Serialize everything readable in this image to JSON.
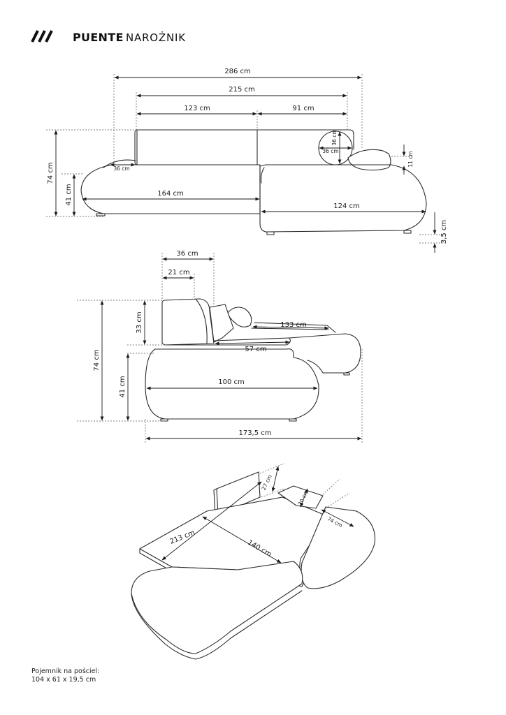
{
  "header": {
    "brand": "PUENTE",
    "subtitle": "NAROŻNIK",
    "logo_icon": "triple-slash-logo"
  },
  "front_view": {
    "dims": {
      "total_width": "286 cm",
      "back_width": "215 cm",
      "back_left": "123 cm",
      "back_right": "91 cm",
      "total_height": "74 cm",
      "seat_height": "41 cm",
      "armrest": "36 cm",
      "seat_length": "164 cm",
      "chaise_length": "124 cm",
      "pillow_h": "36 cm",
      "pillow_w": "36 cm",
      "headrest": "11 cm",
      "legs": "3,5 cm"
    }
  },
  "side_view": {
    "dims": {
      "back_depth": "36 cm",
      "back_top": "21 cm",
      "back_height": "33 cm",
      "total_height": "74 cm",
      "seat_height": "41 cm",
      "chaise_depth": "133 cm",
      "seat_depth": "57 cm",
      "base_depth": "100 cm",
      "total_depth": "173,5 cm"
    }
  },
  "bed_view": {
    "dims": {
      "backrest_h": "27 cm",
      "headrest_h": "30 cm",
      "headrest_w": "74 cm",
      "sleep_length": "213 cm",
      "sleep_width": "140 cm"
    }
  },
  "footer": {
    "line1": "Pojemnik na pościel:",
    "line2": "104 x 61 x 19,5 cm"
  }
}
